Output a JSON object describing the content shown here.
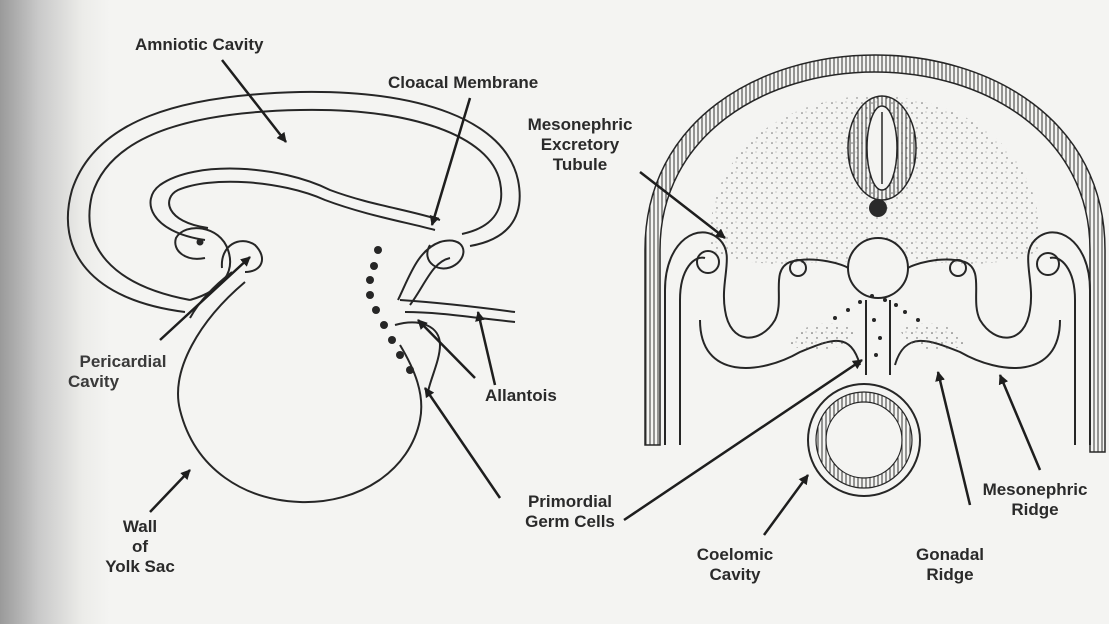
{
  "labels": {
    "amniotic_cavity": "Amniotic Cavity",
    "cloacal_membrane": "Cloacal Membrane",
    "pericardial_cavity": [
      "Pericardial",
      "Cavity"
    ],
    "allantois": "Allantois",
    "wall_of_yolk_sac": [
      "Wall",
      "of",
      "Yolk Sac"
    ],
    "primordial_germ_cells": [
      "Primordial",
      "Germ Cells"
    ],
    "mesonephric_excretory_tubule": [
      "Mesonephric",
      "Excretory",
      "Tubule"
    ],
    "coelomic_cavity": [
      "Coelomic",
      "Cavity"
    ],
    "gonadal_ridge": [
      "Gonadal",
      "Ridge"
    ],
    "mesonephric_ridge": [
      "Mesonephric",
      "Ridge"
    ]
  }
}
